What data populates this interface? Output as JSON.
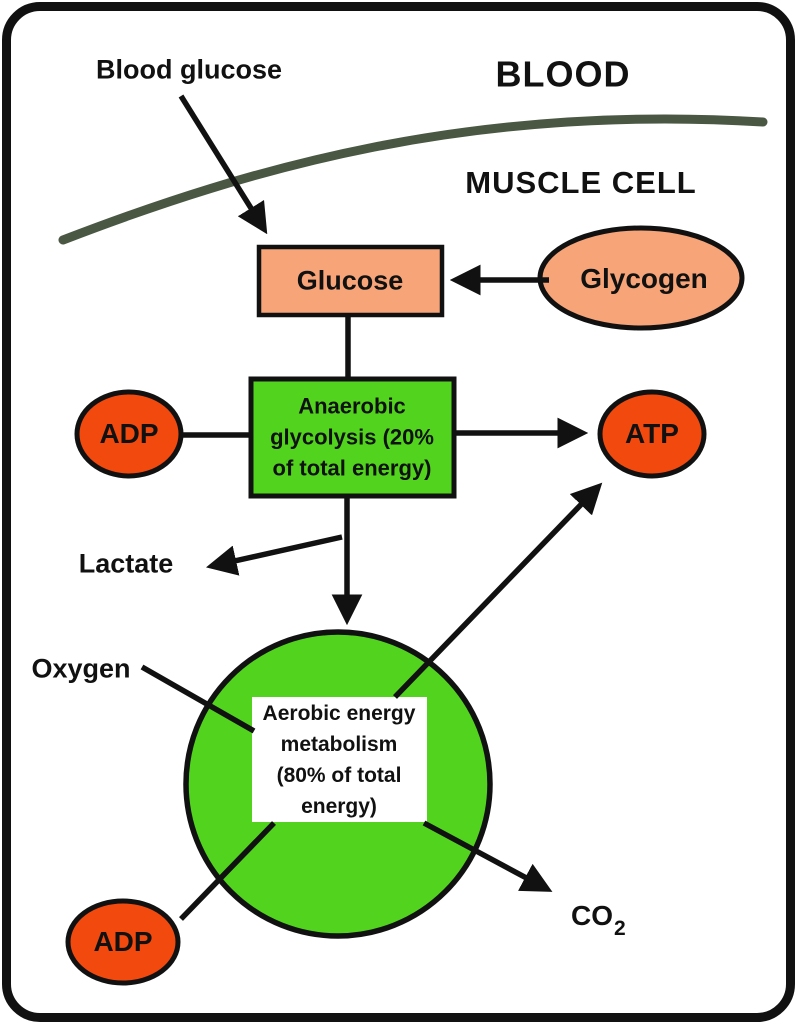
{
  "colors": {
    "peach": "#F6A478",
    "orange": "#F24A0E",
    "green": "#52D41E",
    "membrane": "#4A5743",
    "ink": "#111111",
    "paper": "#FFFFFF"
  },
  "compartments": {
    "blood": "BLOOD",
    "muscle_cell": "MUSCLE CELL"
  },
  "labels": {
    "blood_glucose": "Blood glucose",
    "lactate": "Lactate",
    "oxygen": "Oxygen",
    "co2_base": "CO",
    "co2_sub": "2"
  },
  "nodes": {
    "glucose": "Glucose",
    "glycogen": "Glycogen",
    "adp_left": "ADP",
    "atp": "ATP",
    "adp_bottom": "ADP",
    "anaerobic_lines": [
      "Anaerobic",
      "glycolysis (20%",
      "of total energy)"
    ],
    "aerobic_lines": [
      "Aerobic energy",
      "metabolism",
      "(80% of total",
      "energy)"
    ]
  }
}
